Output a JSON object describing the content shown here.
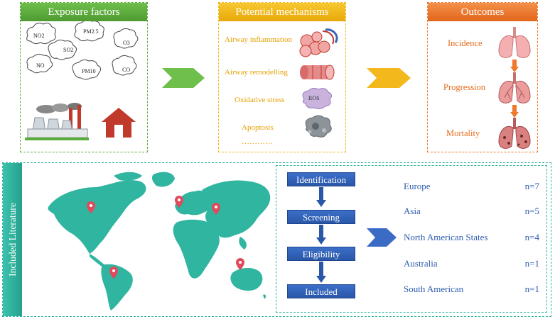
{
  "exposure": {
    "title": "Exposure factors",
    "pollutants": [
      "NO2",
      "PM2.5",
      "SO2",
      "O3",
      "NO",
      "PM10",
      "CO"
    ]
  },
  "mechanisms": {
    "title": "Potential mechanisms",
    "items": [
      "Airway inflammation",
      "Airway remodelling",
      "Oxidative stress",
      "Apoptosis",
      "…………"
    ],
    "ros_label": "ROS"
  },
  "outcomes": {
    "title": "Outcomes",
    "items": [
      "Incidence",
      "Progression",
      "Mortality"
    ]
  },
  "literature": {
    "side_label": "Included Literature",
    "steps": [
      "Identification",
      "Screening",
      "Eligibility",
      "Included"
    ],
    "regions": [
      {
        "name": "Europe",
        "count": "n=7"
      },
      {
        "name": "Asia",
        "count": "n=5"
      },
      {
        "name": "North American States",
        "count": "n=4"
      },
      {
        "name": "Australia",
        "count": "n=1"
      },
      {
        "name": "South American",
        "count": "n=1"
      }
    ]
  },
  "colors": {
    "exposure": "#5aac3b",
    "mechanisms": "#f2b81c",
    "outcomes": "#ee7a2e",
    "literature": "#2fb5a0",
    "map": "#2fb5a0",
    "flow": "#2a57a8"
  }
}
